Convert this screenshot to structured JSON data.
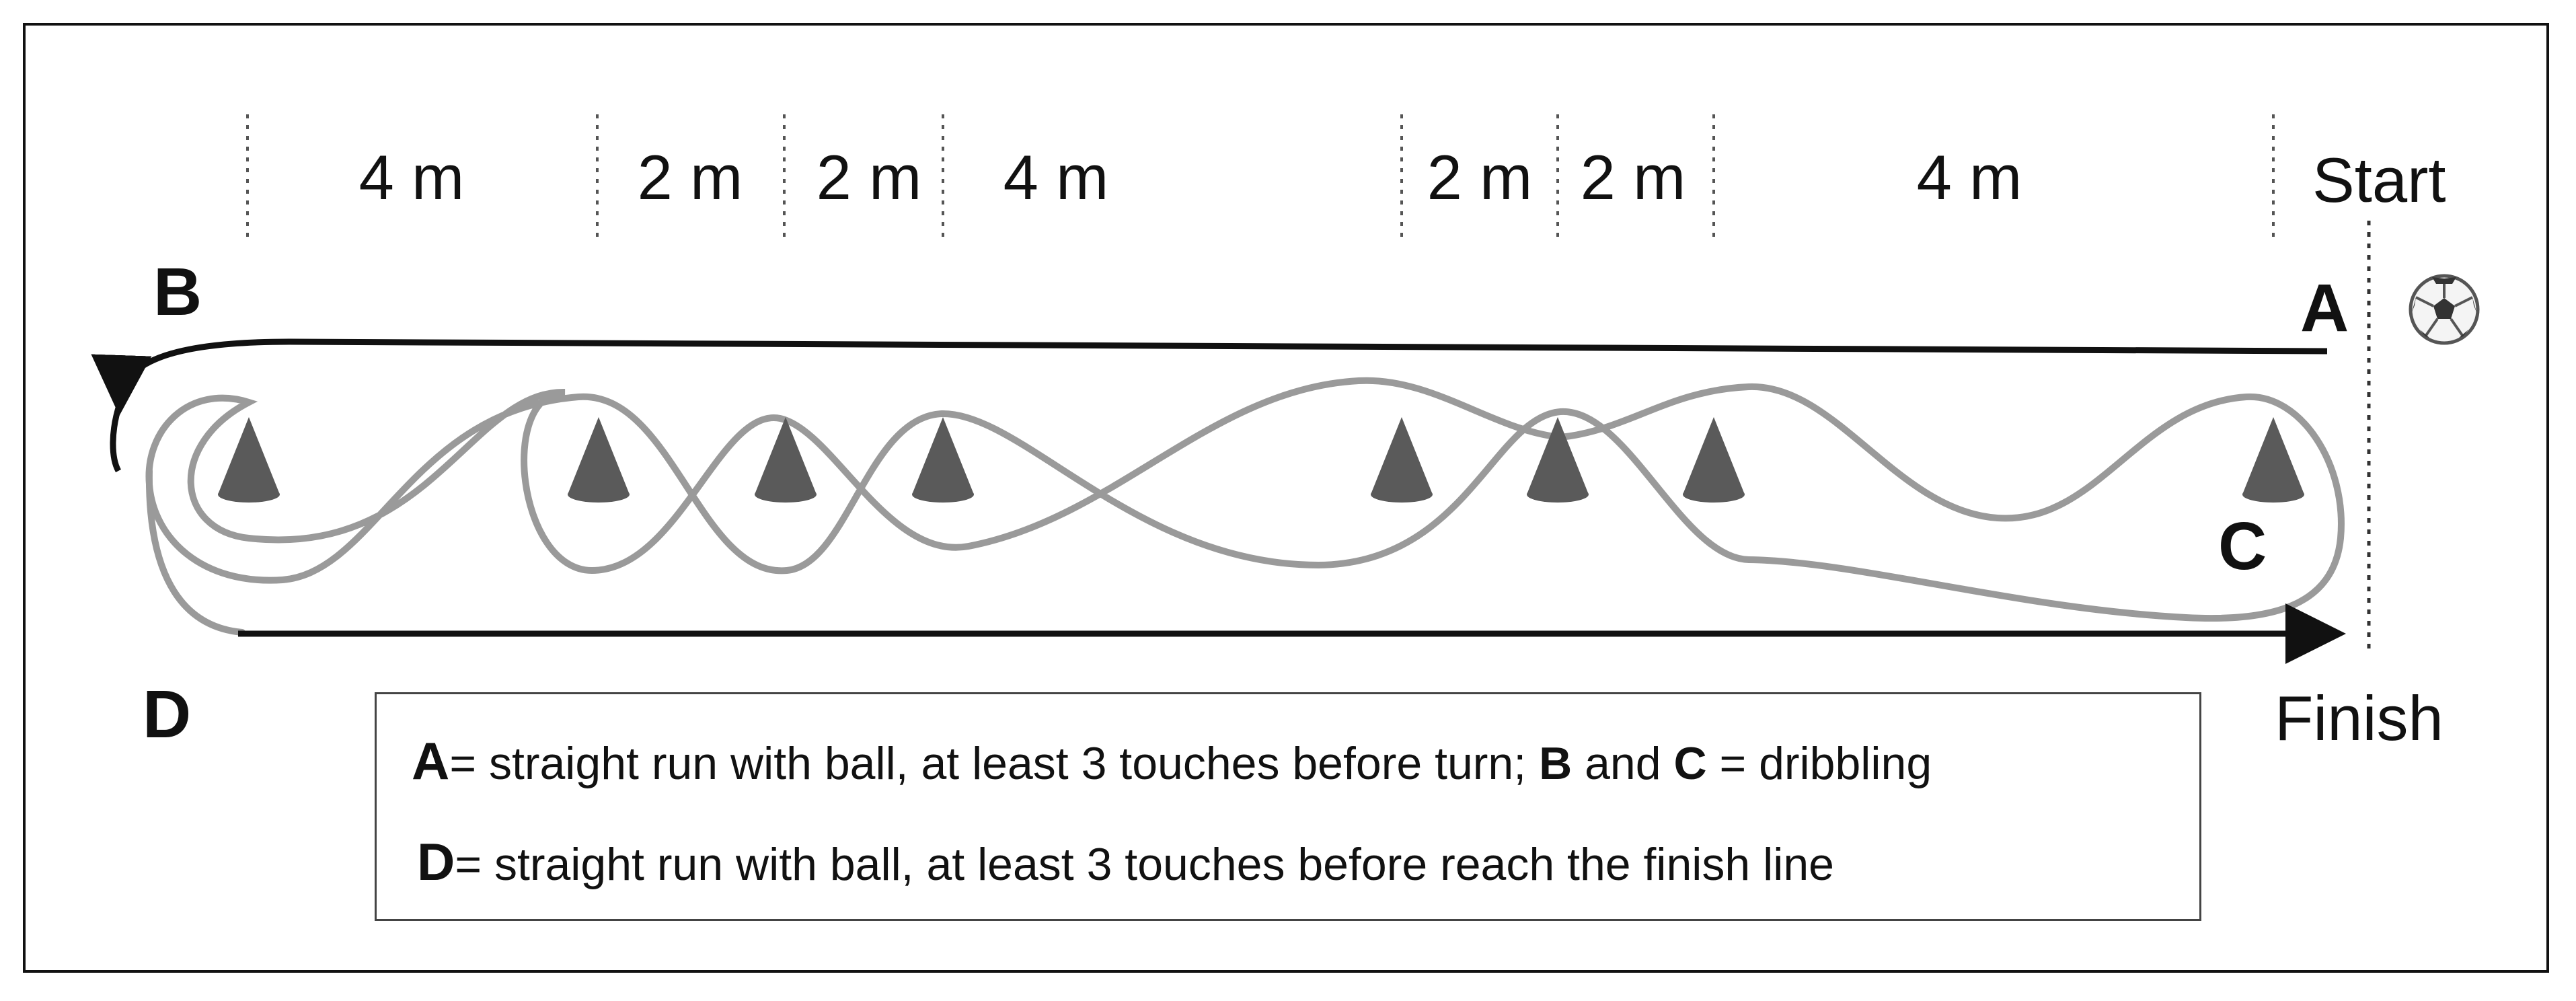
{
  "distances": [
    {
      "label": "4 m"
    },
    {
      "label": "2 m"
    },
    {
      "label": "2 m"
    },
    {
      "label": "4 m"
    },
    {
      "label": "2 m"
    },
    {
      "label": "2 m"
    },
    {
      "label": "4 m"
    }
  ],
  "start_label": "Start",
  "finish_label": "Finish",
  "points": {
    "A": "A",
    "B": "B",
    "C": "C",
    "D": "D"
  },
  "ball_icon": "soccer-ball-icon",
  "cone_count": 8,
  "colors": {
    "cone": "#5a5a5a",
    "path": "#9a9a9a",
    "arrow": "#111111"
  },
  "legend": {
    "line1": {
      "key_a": "A",
      "text_a": "= straight run with ball, at least 3 touches before turn",
      "sep": ";",
      "key_b": "B",
      "text_and": "and",
      "key_c": "C",
      "text_c": "= dribbling"
    },
    "line2": {
      "key_d": "D",
      "text_d": "= straight run with ball, at least 3 touches before reach the finish line"
    }
  }
}
